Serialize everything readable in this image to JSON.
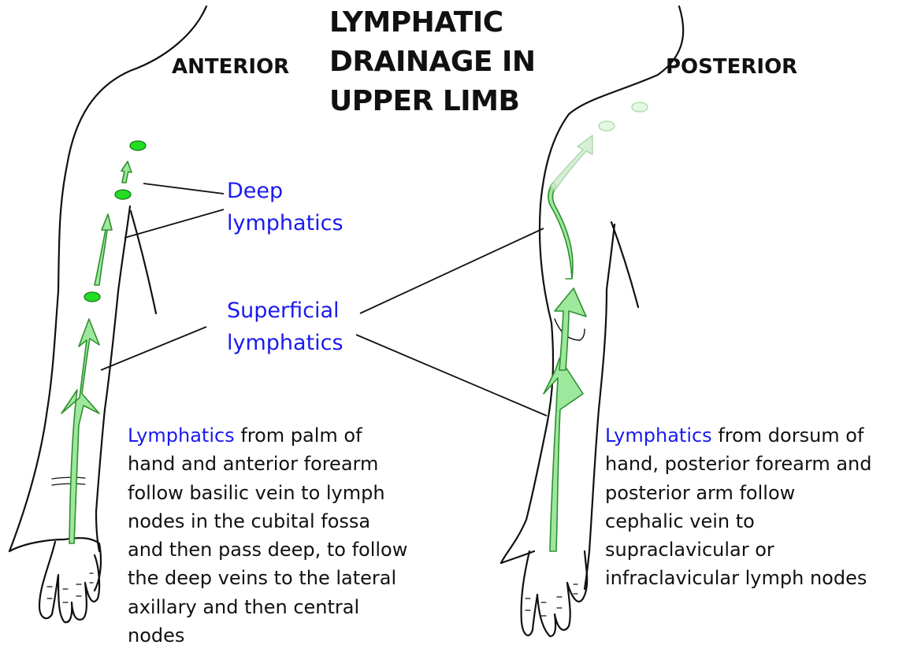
{
  "title": {
    "lines": [
      "LYMPHATIC",
      "DRAINAGE IN",
      "UPPER LIMB"
    ]
  },
  "views": {
    "anterior": "ANTERIOR",
    "posterior": "POSTERIOR"
  },
  "labels": {
    "deep": [
      "Deep",
      "lymphatics"
    ],
    "superficial": [
      "Superficial",
      "lymphatics"
    ]
  },
  "anterior_text": {
    "lead": "Lymphatics",
    "lines": [
      " from palm of",
      "hand and anterior forearm",
      "follow basilic vein to lymph",
      "nodes in the cubital fossa",
      "and then pass deep, to follow",
      "the deep veins to the lateral",
      "axillary and then central",
      "nodes"
    ]
  },
  "posterior_text": {
    "lead": "Lymphatics",
    "lines": [
      " from dorsum of",
      "hand, posterior forearm and",
      "posterior arm follow",
      "cephalic vein to",
      "supraclavicular or",
      "infraclavicular lymph nodes"
    ]
  },
  "colors": {
    "lymph_fill": "#9de89d",
    "lymph_stroke": "#2f8f2f",
    "node_fill": "#22dd22",
    "label_blue": "#1a1af0",
    "outline": "#111111"
  }
}
